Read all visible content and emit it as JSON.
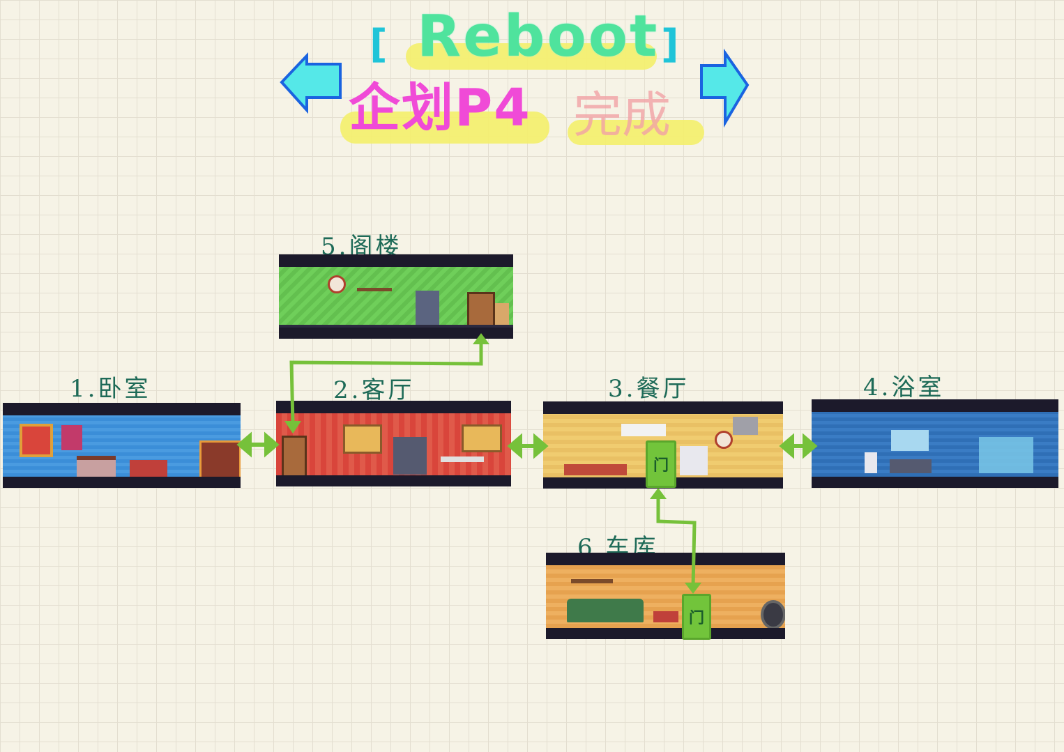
{
  "title": {
    "main": "Reboot",
    "bracket_left": "[",
    "bracket_right": "]",
    "subtitle": "企划P4",
    "subtitle_extra": "完成"
  },
  "rooms": [
    {
      "id": "bedroom",
      "label": "1.卧室",
      "color": "#3b8ed8"
    },
    {
      "id": "living",
      "label": "2.客厅",
      "color": "#d9453b"
    },
    {
      "id": "dining",
      "label": "3.餐厅",
      "color": "#e9c064"
    },
    {
      "id": "bathroom",
      "label": "4.浴室",
      "color": "#2f6fb6"
    },
    {
      "id": "attic",
      "label": "5.阁楼",
      "color": "#6fcf5a"
    },
    {
      "id": "garage",
      "label": "6.车库",
      "color": "#e6a24f"
    }
  ],
  "doors": {
    "dining_door": "门",
    "garage_door": "门"
  },
  "colors": {
    "connector": "#76c13a",
    "arrow_blue": "#1a63e0",
    "arrow_fill": "#55e8e8",
    "wall_dark": "#1c1a2b"
  }
}
